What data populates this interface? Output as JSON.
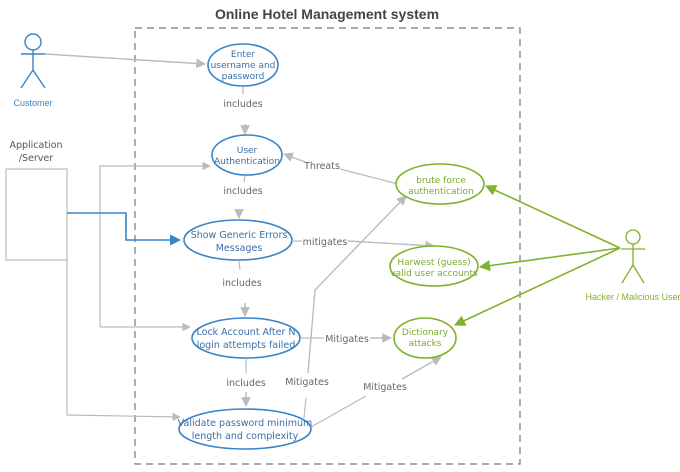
{
  "diagram": {
    "title": "Online Hotel Management system",
    "colors": {
      "user_case": "#3a84c8",
      "threat_case": "#7fb22a",
      "connector": "#bbbbbb",
      "boundary": "#777777"
    },
    "actors": {
      "customer": {
        "label": "Customer",
        "icon": "stick-figure-icon"
      },
      "hacker": {
        "label": "Hacker / Malicious User",
        "icon": "stick-figure-icon"
      },
      "app_server": {
        "label_line1": "Application",
        "label_line2": "/Server"
      }
    },
    "use_cases": {
      "enter_credentials": {
        "line1": "Enter",
        "line2": "username and",
        "line3": "password"
      },
      "user_auth": {
        "line1": "User",
        "line2": "Authentication"
      },
      "show_errors": {
        "line1": "Show Generic Errors",
        "line2": "Messages"
      },
      "lock_account": {
        "line1": "Lock Account After N",
        "line2": "login attempts failed"
      },
      "validate_password": {
        "line1": "Validate password minimum",
        "line2": "length and complexity"
      }
    },
    "threats": {
      "brute_force": {
        "line1": "brute force",
        "line2": "authentication"
      },
      "harvest": {
        "line1": "Harwest (guess)",
        "line2": "valid user accounts"
      },
      "dictionary": {
        "line1": "Dictionary",
        "line2": "attacks"
      }
    },
    "edge_labels": {
      "includes_1": "includes",
      "includes_2": "includes",
      "includes_3": "includes",
      "includes_4": "includes",
      "threats": "Threats",
      "mitigates_harvest": "mitigates",
      "mitigates_dictionary_lock": "Mitigates",
      "mitigates_brute_validate": "Mitigates",
      "mitigates_dictionary_validate": "Mitigates"
    }
  }
}
